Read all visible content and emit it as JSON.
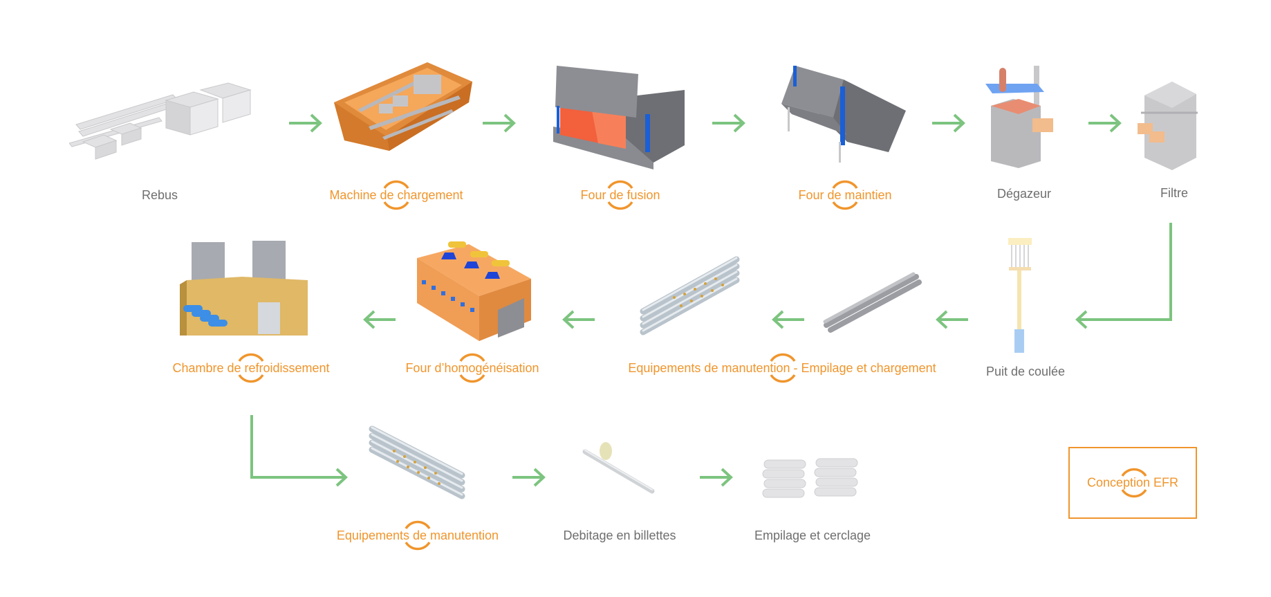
{
  "colors": {
    "accent": "#f0952c",
    "arrow": "#7cc47f",
    "label_grey": "#6e6e6e"
  },
  "steps": [
    {
      "id": "rebus",
      "label": "Rebus",
      "highlighted": false,
      "icon": "scrap-pile-icon"
    },
    {
      "id": "machine-chargement",
      "label": "Machine de chargement",
      "highlighted": true,
      "icon": "charging-machine-icon"
    },
    {
      "id": "four-fusion",
      "label": "Four de fusion",
      "highlighted": true,
      "icon": "melting-furnace-icon"
    },
    {
      "id": "four-maintien",
      "label": "Four de maintien",
      "highlighted": true,
      "icon": "holding-furnace-icon"
    },
    {
      "id": "degazeur",
      "label": "Dégazeur",
      "highlighted": false,
      "icon": "degasser-icon"
    },
    {
      "id": "filtre",
      "label": "Filtre",
      "highlighted": false,
      "icon": "filter-icon"
    },
    {
      "id": "puit-coulee",
      "label": "Puit de coulée",
      "highlighted": false,
      "icon": "casting-pit-icon"
    },
    {
      "id": "equip-empilage",
      "label": "Equipements de manutention - Empilage et chargement",
      "highlighted": true,
      "icon": "stacked-logs-icon"
    },
    {
      "id": "four-homogeneisation",
      "label": "Four d’homogénéisation",
      "highlighted": true,
      "icon": "homogenizing-furnace-icon"
    },
    {
      "id": "chambre-refroidissement",
      "label": "Chambre de refroidissement",
      "highlighted": true,
      "icon": "cooling-chamber-icon"
    },
    {
      "id": "equip-manutention",
      "label": "Equipements de manutention",
      "highlighted": true,
      "icon": "log-stack-icon"
    },
    {
      "id": "debitage",
      "label": "Debitage en billettes",
      "highlighted": false,
      "icon": "billet-saw-icon"
    },
    {
      "id": "empilage-cerclage",
      "label": "Empilage et cerclage",
      "highlighted": false,
      "icon": "billet-bundles-icon"
    }
  ],
  "legend": {
    "label": "Conception EFR"
  }
}
